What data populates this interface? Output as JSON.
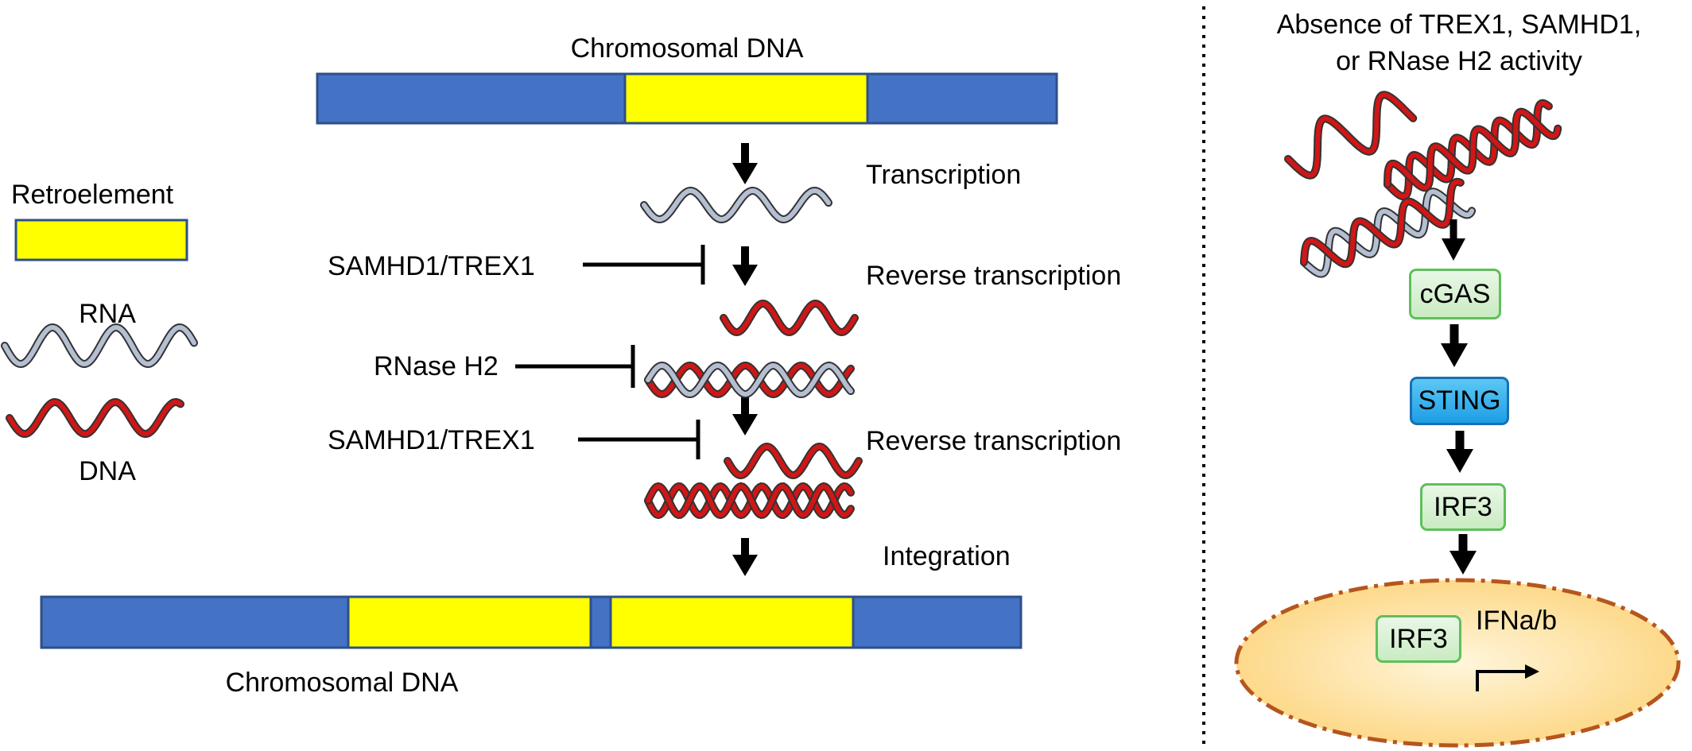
{
  "title_top_dna": "Chromosomal DNA",
  "title_bottom_dna": "Chromosomal DNA",
  "legend": {
    "retroelement": "Retroelement",
    "rna": "RNA",
    "dna": "DNA"
  },
  "steps": {
    "transcription": "Transcription",
    "reverse_transcription_1": "Reverse transcription",
    "reverse_transcription_2": "Reverse transcription",
    "integration": "Integration"
  },
  "inhibitors": {
    "samhd1_trex1_1": "SAMHD1/TREX1",
    "rnase_h2": "RNase H2",
    "samhd1_trex1_2": "SAMHD1/TREX1"
  },
  "right_panel": {
    "title_lines": [
      "Absence of TREX1, SAMHD1,",
      "or RNase H2 activity"
    ],
    "cgas": "cGAS",
    "sting": "STING",
    "irf3": "IRF3",
    "nucleus_irf3": "IRF3",
    "ifn": "IFNa/b"
  },
  "colors": {
    "chromosome_blue": "#4472c4",
    "retroelement_yellow": "#ffff00",
    "rna_strand": "#b4bfd2",
    "dna_strand": "#d01616",
    "nucleus_fill": "#fde4a6",
    "nucleus_border": "#b5561e"
  }
}
